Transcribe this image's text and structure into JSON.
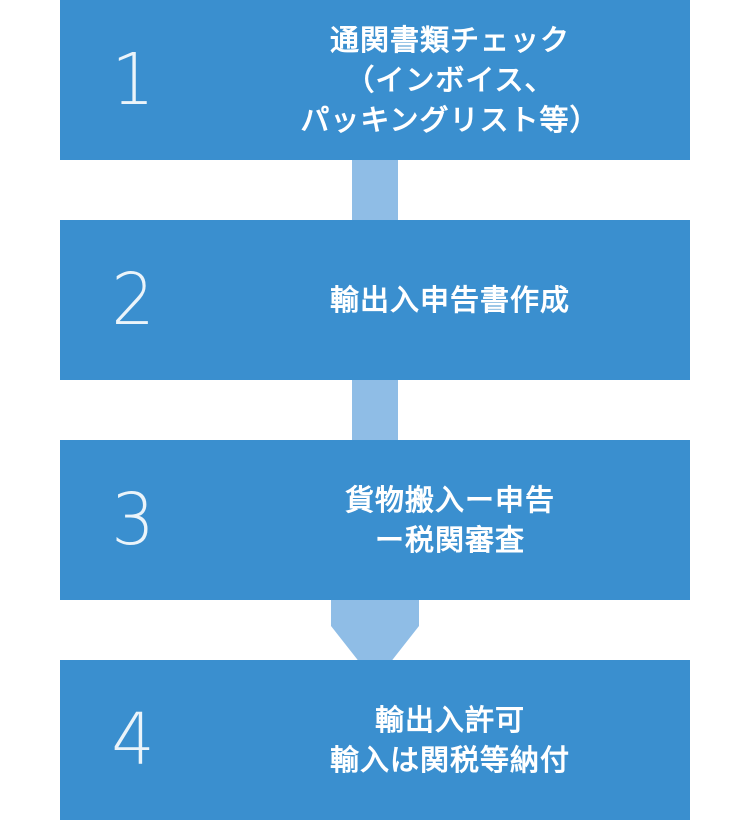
{
  "colors": {
    "step_background": "#3a8fcf",
    "connector": "#8fbde6",
    "text": "#ffffff"
  },
  "steps": [
    {
      "number": "1",
      "lines": [
        "通関書類チェック",
        "（インボイス、",
        "パッキングリスト等）"
      ]
    },
    {
      "number": "2",
      "lines": [
        "輸出入申告書作成"
      ]
    },
    {
      "number": "3",
      "lines": [
        "貨物搬入ー申告",
        "ー税関審査"
      ]
    },
    {
      "number": "4",
      "lines": [
        "輸出入許可",
        "輸入は関税等納付"
      ]
    }
  ]
}
